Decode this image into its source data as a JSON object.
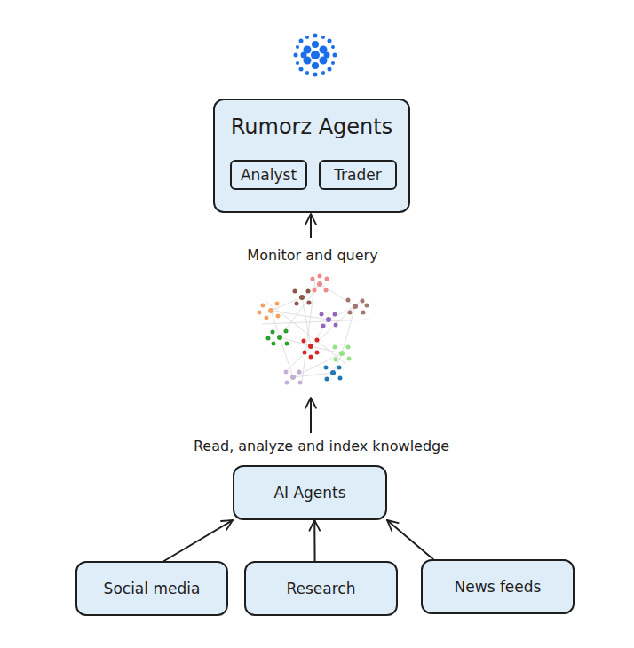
{
  "diagram": {
    "nodes": [
      {
        "text": [
          "Rumorz Agents"
        ]
      },
      {
        "text": [
          "Analyst"
        ],
        "in": 0
      },
      {
        "text": [
          "Trader"
        ],
        "in": 0
      },
      {
        "text": [
          "AI Agents"
        ]
      },
      {
        "text": [
          "Social media"
        ]
      },
      {
        "text": [
          "Research"
        ]
      },
      {
        "text": [
          "News feeds"
        ]
      }
    ],
    "edges": [
      {
        "from": 4,
        "to": 3,
        "arrow": "to"
      },
      {
        "from": 5,
        "to": 3,
        "arrow": "to"
      },
      {
        "from": 6,
        "to": 3,
        "arrow": "to"
      }
    ],
    "labels": [
      "Monitor and query",
      "Read, analyze and index knowledge"
    ]
  }
}
